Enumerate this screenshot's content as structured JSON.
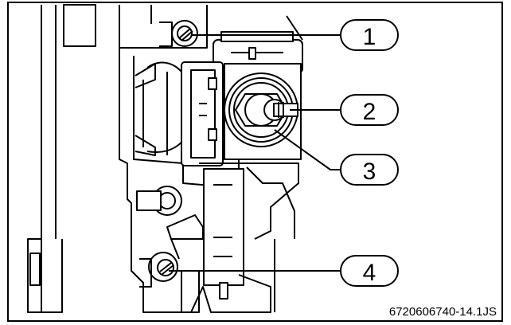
{
  "figure": {
    "reference_code": "6720606740-14.1JS",
    "callouts": [
      {
        "number": "1",
        "target": "upper-screw"
      },
      {
        "number": "2",
        "target": "adjustment-screw"
      },
      {
        "number": "3",
        "target": "adjustment-nut"
      },
      {
        "number": "4",
        "target": "lower-screw"
      }
    ]
  }
}
